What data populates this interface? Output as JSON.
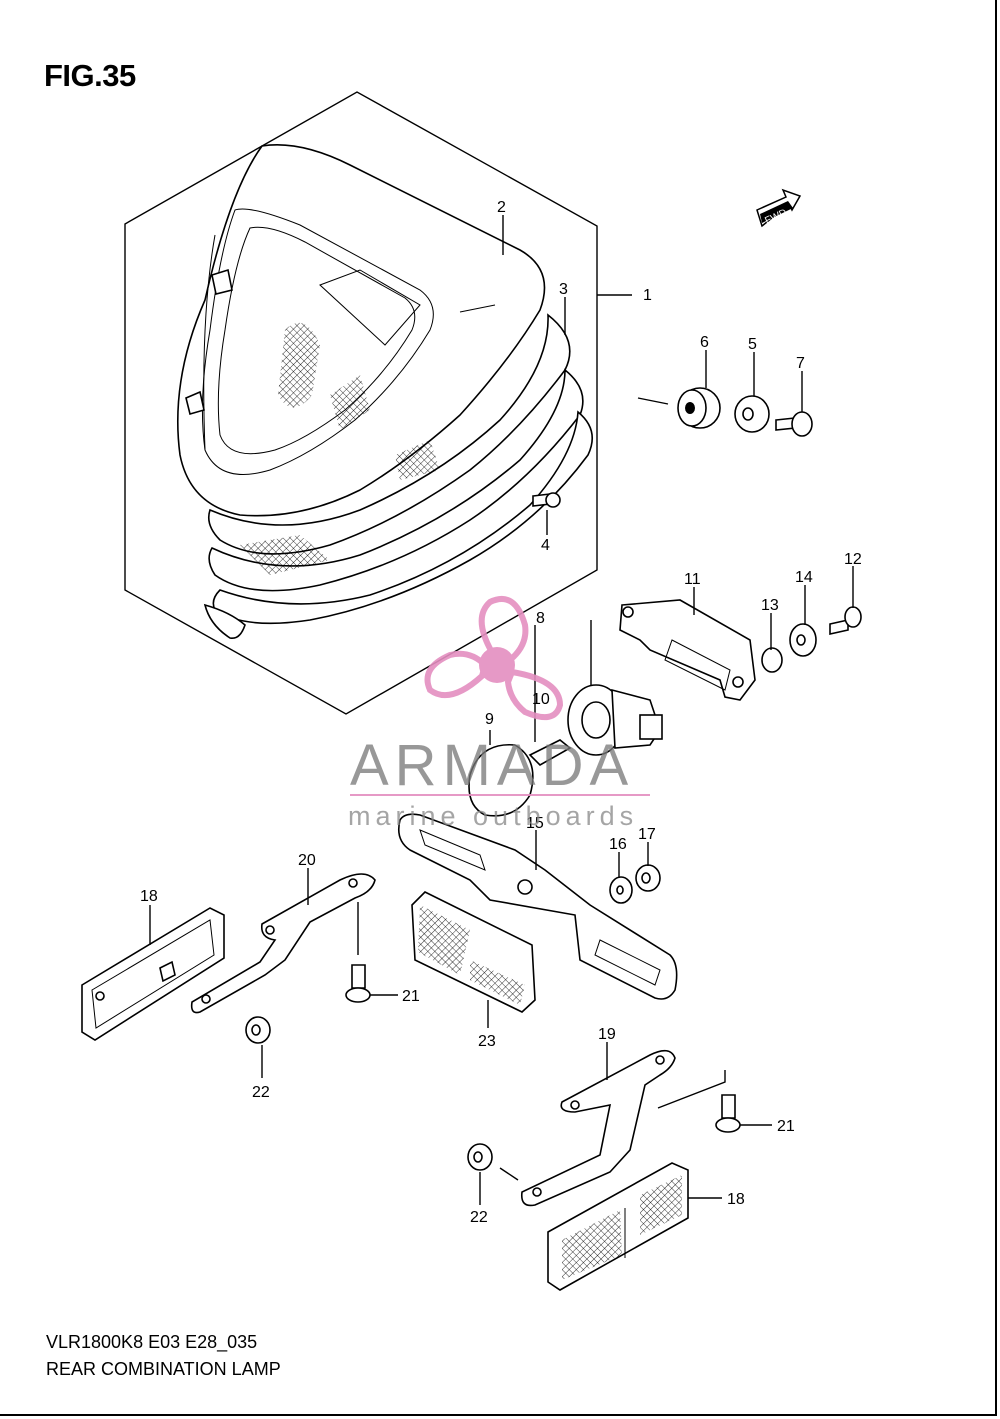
{
  "figure": {
    "title": "FIG.35",
    "model_code": "VLR1800K8 E03 E28_035",
    "name": "REAR COMBINATION LAMP"
  },
  "fwd_label": "FWD",
  "watermark": {
    "brand": "ARMADA",
    "tagline": "marine outboards",
    "accent_color": "#e48fc0",
    "line_color": "#e48fc0"
  },
  "callouts": [
    "1",
    "2",
    "3",
    "4",
    "5",
    "6",
    "7",
    "8",
    "9",
    "10",
    "11",
    "12",
    "13",
    "14",
    "15",
    "16",
    "17",
    "18",
    "18",
    "19",
    "20",
    "21",
    "21",
    "22",
    "22",
    "23"
  ]
}
